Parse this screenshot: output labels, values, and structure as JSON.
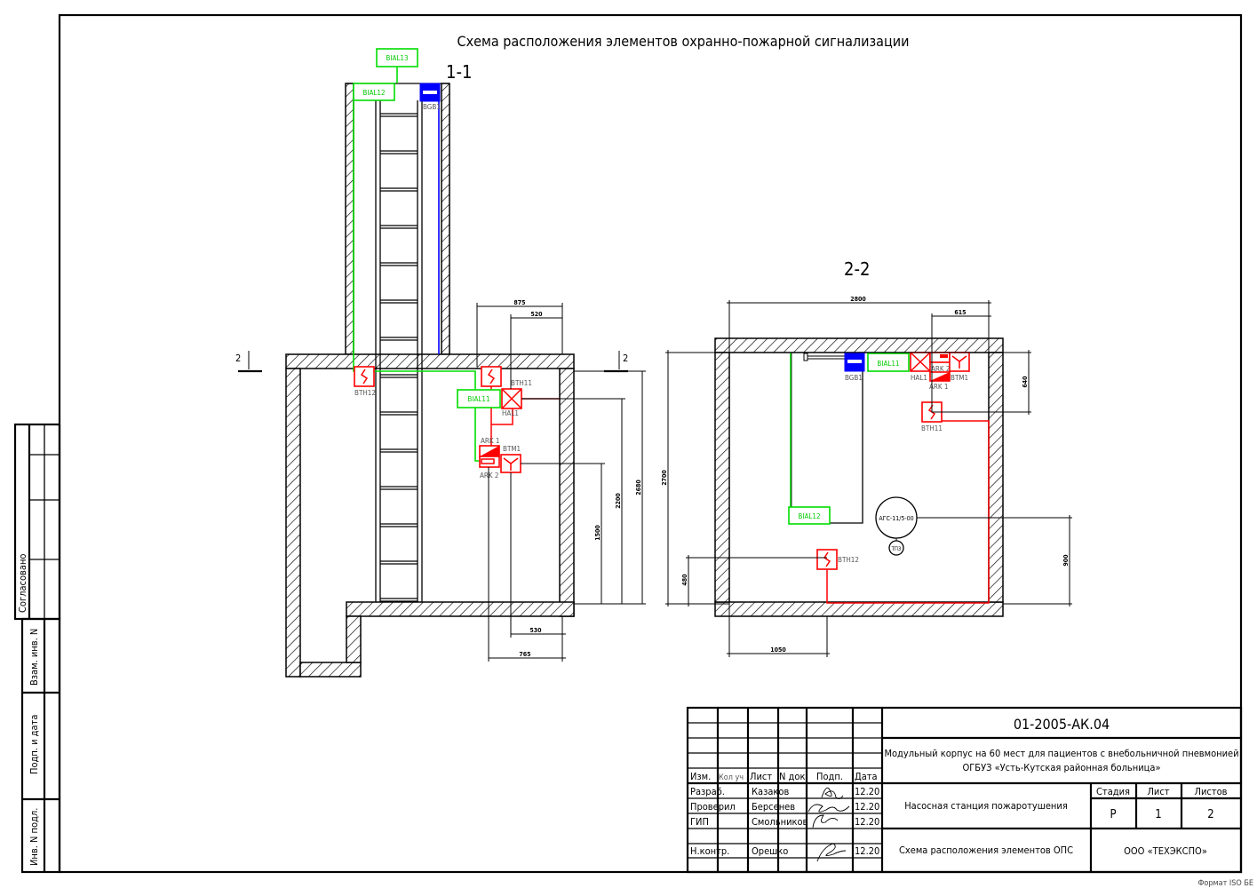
{
  "title": "Схема расположения элементов охранно-пожарной сигнализации",
  "section_1": {
    "label": "1-1",
    "section_mark_left": "2",
    "section_mark_right": "2",
    "devices": {
      "bial13": "BIAL13",
      "bial12": "BIAL12",
      "bgb1": "BGB1",
      "bth12": "BTH12",
      "bth11": "BTH11",
      "bial11": "BIAL11",
      "hal1": "HAL1",
      "ark1": "ARK 1",
      "ark2": "ARK 2",
      "btm1": "BTM1"
    },
    "dimensions": {
      "d875": "875",
      "d520": "520",
      "d2680": "2680",
      "d2200": "2200",
      "d1500": "1500",
      "d530": "530",
      "d765": "765"
    }
  },
  "section_2": {
    "label": "2-2",
    "devices": {
      "bgb1": "BGB1",
      "bial11": "BIAL11",
      "hal1": "HAL1",
      "ark2": "ARK 2",
      "ark1": "ARK 1",
      "btm1": "BTM1",
      "bth11": "BTH11",
      "bial12": "BIAL12",
      "bth12": "BTH12",
      "pump": "АГС-11/5-00",
      "tpz": "ТПЗ"
    },
    "dimensions": {
      "d2800": "2800",
      "d615": "615",
      "d2700": "2700",
      "d640": "640",
      "d480": "480",
      "d900": "900",
      "d1050": "1050"
    }
  },
  "side_stamp": {
    "agreed": "Согласовано",
    "replace_inv": "Взам. инв. N",
    "sign_date": "Подп. и дата",
    "inv_orig": "Инв. N подл."
  },
  "title_block": {
    "code": "01-2005-АК.04",
    "project_line1": "Модульный корпус на 60 мест для пациентов с внебольничной пневмонией",
    "project_line2": "ОГБУЗ «Усть-Кутская районная больница»",
    "headers": [
      "Изм.",
      "Кол уч",
      "Лист",
      "N док.",
      "Подп.",
      "Дата"
    ],
    "people": [
      {
        "role": "Разраб.",
        "name": "Казаков",
        "date": "12.20"
      },
      {
        "role": "Проверил",
        "name": "Берсенев",
        "date": "12.20"
      },
      {
        "role": "ГИП",
        "name": "Смольников",
        "date": "12.20"
      },
      {
        "role": "Н.контр.",
        "name": "Орешко",
        "date": "12.20"
      }
    ],
    "object_name": "Насосная станция пожаротушения",
    "sheet_title": "Схема расположения элементов ОПС",
    "stage_label": "Стадия",
    "sheet_label": "Лист",
    "sheets_label": "Листов",
    "stage": "Р",
    "sheet": "1",
    "sheets": "2",
    "company": "ООО «ТЕХЭКСПО»"
  },
  "format": "Формат ISO БЕ",
  "colors": {
    "alarm": "#ff0000",
    "security": "#00dd00",
    "gas": "#0000ff"
  }
}
